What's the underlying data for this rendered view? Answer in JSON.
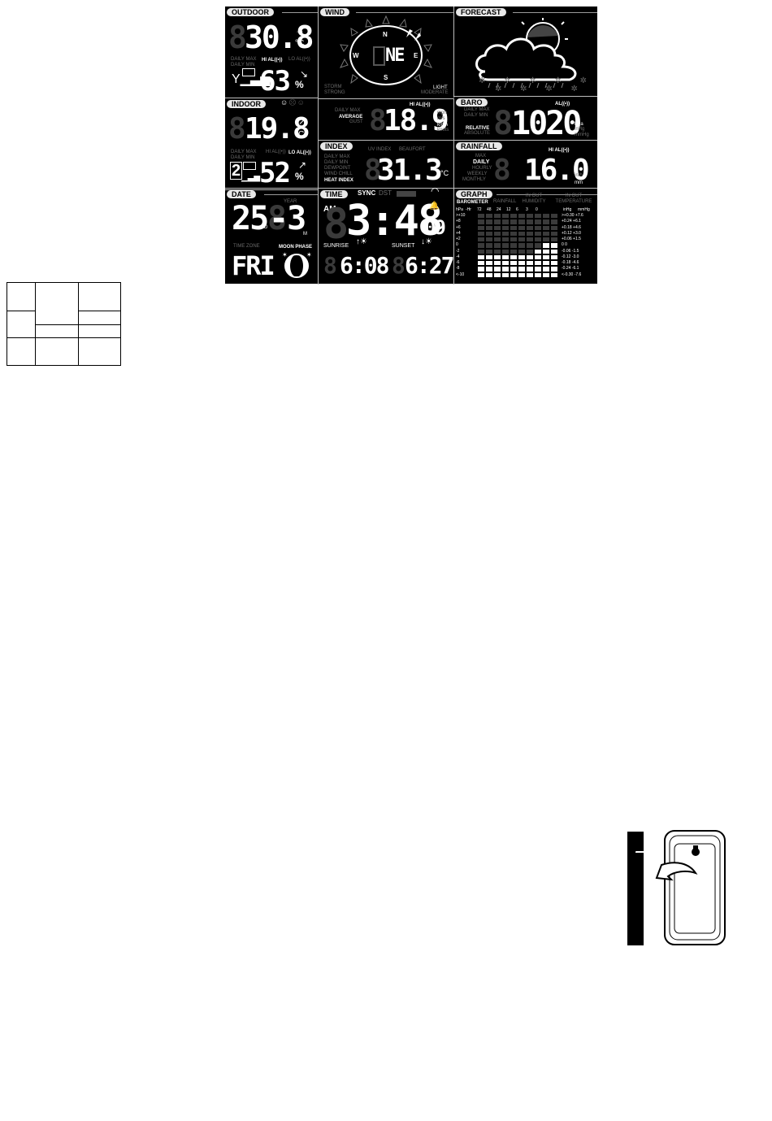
{
  "sections": {
    "outdoor": "OUTDOOR",
    "wind": "WIND",
    "forecast": "FORECAST",
    "indoor": "INDOOR",
    "baro": "BARO",
    "index": "INDEX",
    "rainfall": "RAINFALL",
    "date": "DATE",
    "time": "TIME",
    "graph": "GRAPH"
  },
  "outdoor": {
    "temperature": "30.8",
    "temp_unit": "°C",
    "humidity": "63",
    "hum_unit": "%",
    "daily_max": "DAILY MAX",
    "daily_min": "DAILY MIN",
    "hi_al": "HI AL((•))",
    "lo_al": "LO AL((•))"
  },
  "wind": {
    "direction": "NE",
    "compass_n": "N",
    "compass_e": "E",
    "compass_s": "S",
    "compass_w": "W",
    "storm": "STORM",
    "strong": "STRONG",
    "light": "LIGHT",
    "moderate": "MODERATE",
    "hi_al": "HI AL((•))",
    "daily_max": "DAILY MAX",
    "average": "AVERAGE",
    "gust": "GUST",
    "speed": "18.9",
    "unit_mph": "mph",
    "unit_ms": "m/s",
    "unit_kmh": "km/h",
    "unit_knots": "knots"
  },
  "indoor": {
    "temperature": "19.8",
    "temp_unit": "°C",
    "humidity": "52",
    "hum_unit": "%",
    "daily_max": "DAILY MAX",
    "daily_min": "DAILY MIN",
    "hi_al": "HI AL((•))",
    "lo_al": "LO AL((•))",
    "channel": "2"
  },
  "baro": {
    "value": "1020",
    "al": "AL((•))",
    "daily_max": "DAILY MAX",
    "daily_min": "DAILY MIN",
    "relative": "RELATIVE",
    "absolute": "ABSOLUTE",
    "unit_hpa": "hPa",
    "unit_inhg": "inHg",
    "unit_mmhg": "mmHg"
  },
  "index": {
    "value": "31.3",
    "unit": "°C",
    "uv_index": "UV INDEX",
    "beaufort": "BEAUFORT",
    "daily_max": "DAILY MAX",
    "daily_min": "DAILY MIN",
    "dewpoint": "DEWPOINT",
    "wind_chill": "WIND CHILL",
    "heat_index": "HEAT INDEX"
  },
  "rainfall": {
    "value": "16.0",
    "hi_al": "HI AL((•))",
    "max": "MAX",
    "daily": "DAILY",
    "hourly": "HOURLY",
    "weekly": "WEEKLY",
    "monthly": "MONTHLY",
    "unit_in": "in/h",
    "unit_mm": "mm"
  },
  "date": {
    "day": "25",
    "day_label": "D",
    "month": "-3",
    "month_label": "M",
    "year": "YEAR",
    "weekday": "FRI",
    "time_zone": "TIME ZONE",
    "moon_phase": "MOON PHASE"
  },
  "time": {
    "am": "AM",
    "sync": "SYNC",
    "dst": "DST",
    "clock": "3:48",
    "seconds": "09",
    "sunrise_label": "SUNRISE",
    "sunrise": "6:08",
    "sunset_label": "SUNSET",
    "sunset": "6:27"
  },
  "graph": {
    "barometer": "BAROMETER",
    "rainfall": "RAINFALL",
    "humidity": "IN OUT HUMIDITY",
    "temperature": "IN OUT TEMPERATURE",
    "col_headers": [
      "hPa",
      "-Hr",
      "72",
      "48",
      "24",
      "12",
      "6",
      "3",
      "0"
    ],
    "right_headers": [
      "inHg",
      "mmHg"
    ],
    "left_values": [
      ">+10",
      "+8",
      "+6",
      "+4",
      "+2",
      "0",
      "-2",
      "-4",
      "-6",
      "-8",
      "<-10"
    ],
    "right_values": [
      ">+0.30 +7.6",
      "+0.24 +6.1",
      "+0.18 +4.6",
      "+0.12 +3.0",
      "+0.06 +1.5",
      "0    0",
      "-0.06 -1.5",
      "-0.12 -3.0",
      "-0.18 -4.6",
      "-0.24 -6.1",
      "<-0.30 -7.6"
    ],
    "bar_levels": [
      4,
      4,
      4,
      4,
      4,
      4,
      4,
      5,
      6,
      6
    ]
  }
}
